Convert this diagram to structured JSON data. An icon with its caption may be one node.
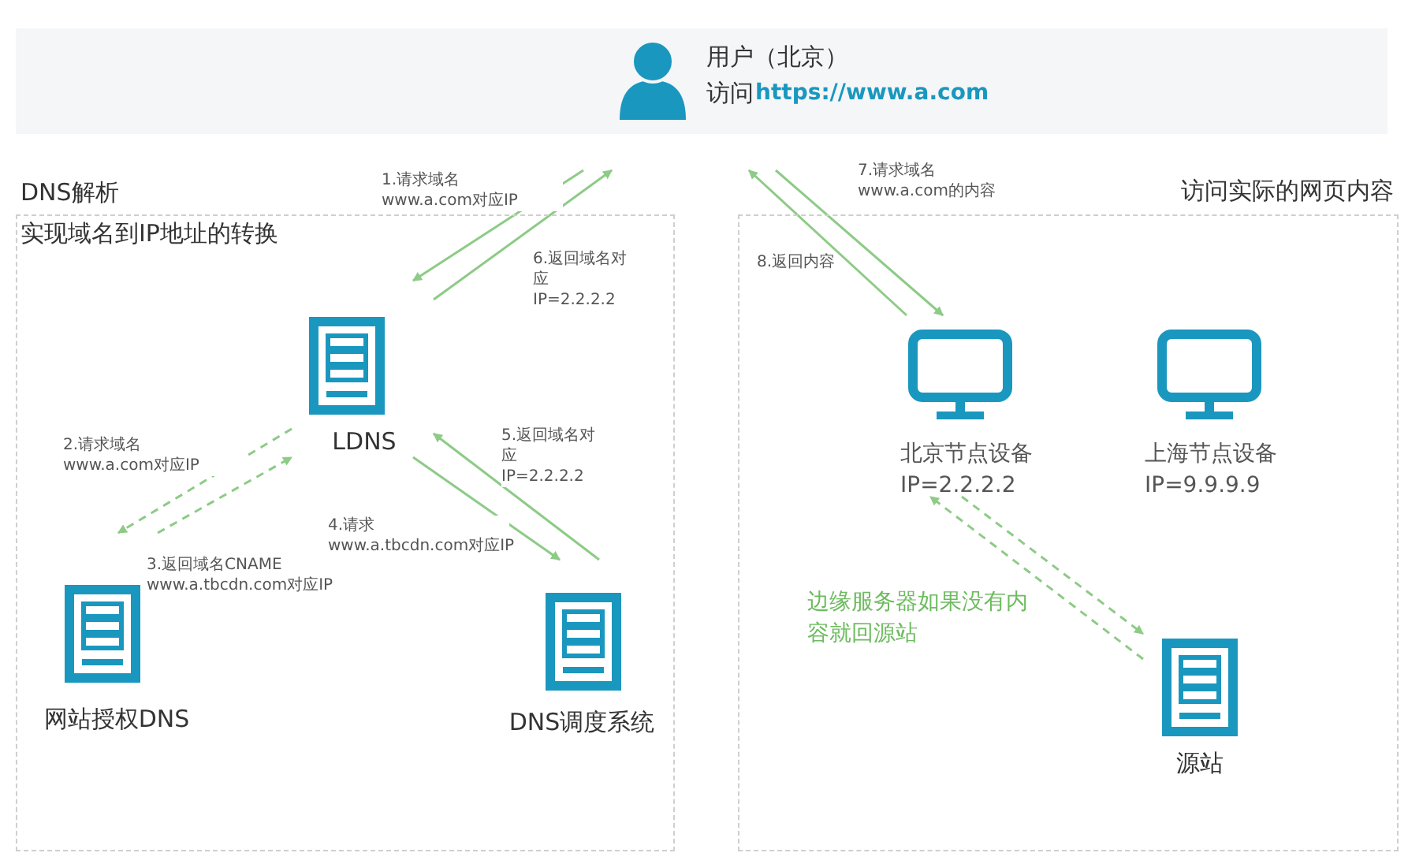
{
  "diagram": {
    "nodes": [
      {
        "text": [
          "用户（北京）",
          "访问",
          "https://www.a.com"
        ]
      },
      {
        "text": [
          "DNS解析",
          "实现域名到IP地址的转换"
        ]
      },
      {
        "text": [
          "LDNS"
        ],
        "in": 1
      },
      {
        "text": [
          "网站授权DNS"
        ],
        "in": 1
      },
      {
        "text": [
          "DNS调度系统"
        ],
        "in": 1
      },
      {
        "text": [
          "访问实际的网页内容"
        ]
      },
      {
        "text": [
          "北京节点设备",
          "IP=2.2.2.2"
        ],
        "in": 5
      },
      {
        "text": [
          "上海节点设备",
          "IP=9.9.9.9"
        ],
        "in": 5
      },
      {
        "text": [
          "源站"
        ],
        "in": 5
      }
    ],
    "edges": [
      {
        "from": 0,
        "to": 2,
        "arrow": "to",
        "label": "1.请求域名 www.a.com对应IP"
      },
      {
        "from": 2,
        "to": 0,
        "arrow": "to",
        "label": "6.返回域名对应IP=2.2.2.2"
      },
      {
        "from": 2,
        "to": 3,
        "arrow": "to",
        "style": "dashed",
        "label": "2.请求域名 www.a.com对应IP"
      },
      {
        "from": 3,
        "to": 2,
        "arrow": "to",
        "style": "dashed",
        "label": "3.返回域名CNAME www.a.tbcdn.com对应IP"
      },
      {
        "from": 2,
        "to": 4,
        "arrow": "to",
        "label": "4.请求 www.a.tbcdn.com对应IP"
      },
      {
        "from": 4,
        "to": 2,
        "arrow": "to",
        "label": "5.返回域名对应IP=2.2.2.2"
      },
      {
        "from": 0,
        "to": 6,
        "arrow": "to",
        "label": "7.请求域名 www.a.com的内容"
      },
      {
        "from": 6,
        "to": 0,
        "arrow": "to",
        "label": "8.返回内容"
      },
      {
        "from": 6,
        "to": 8,
        "arrow": "to",
        "style": "dashed"
      },
      {
        "from": 8,
        "to": 6,
        "arrow": "to",
        "style": "dashed"
      }
    ],
    "labels": [
      "边缘服务器如果没有内容就回源站"
    ]
  }
}
